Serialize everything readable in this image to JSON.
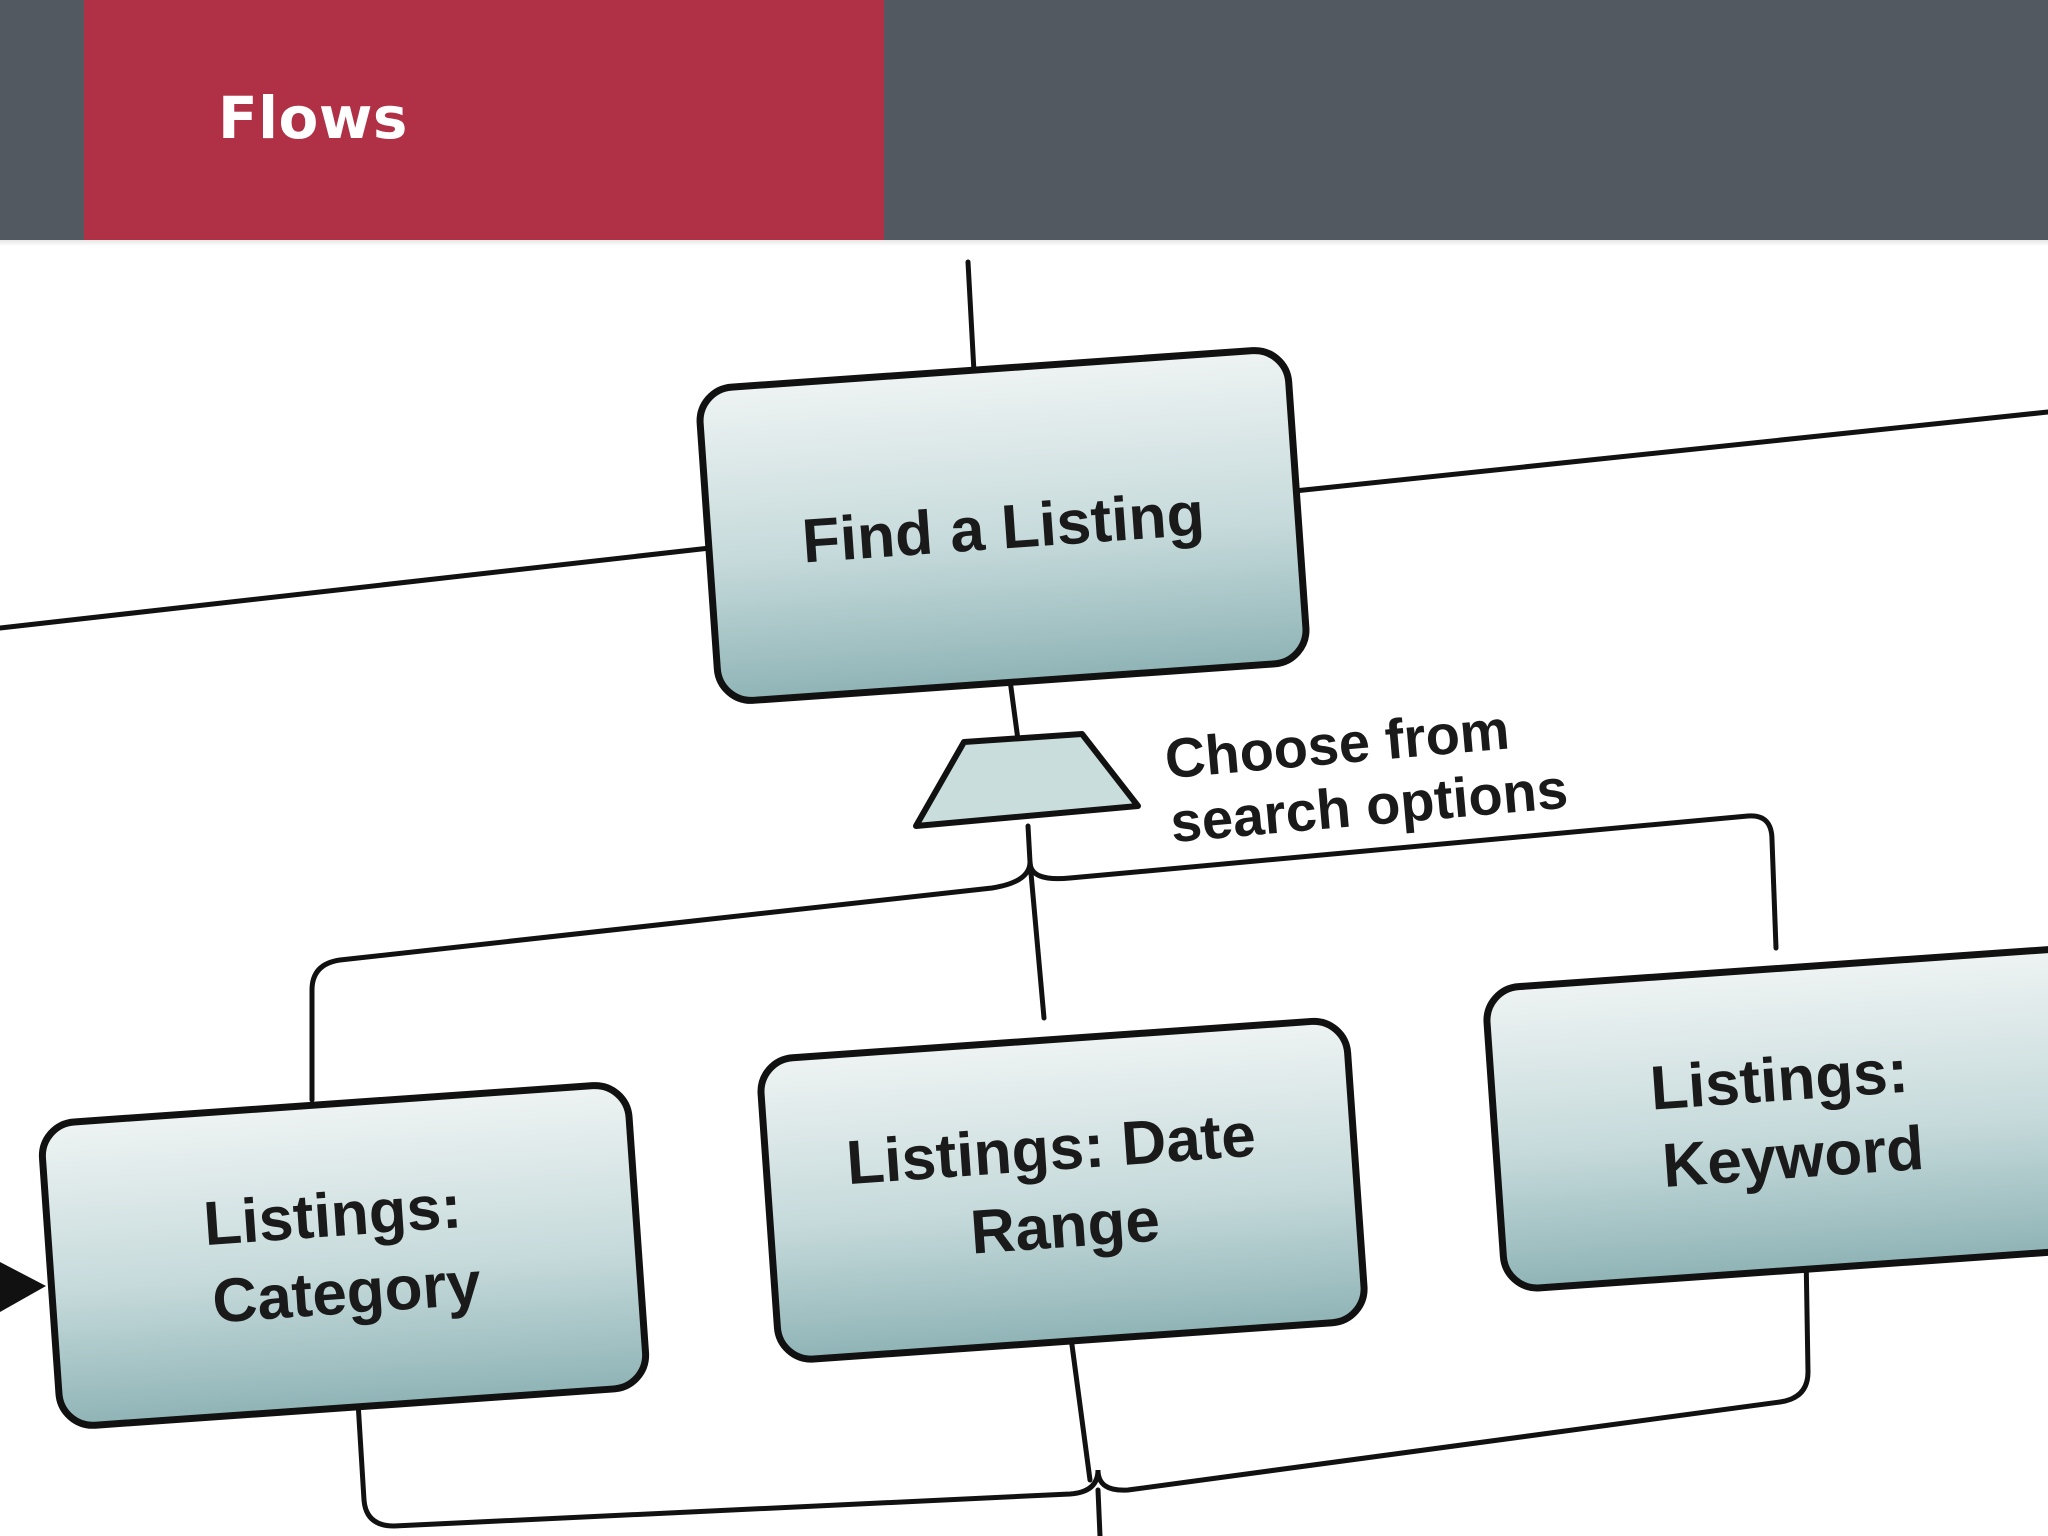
{
  "header": {
    "title": "Flows"
  },
  "diagram": {
    "nodes": {
      "find_listing": {
        "label_lines": [
          "Find a Listing"
        ]
      },
      "category": {
        "label_lines": [
          "Listings:",
          "Category"
        ]
      },
      "date_range": {
        "label_lines": [
          "Listings: Date",
          "Range"
        ]
      },
      "keyword": {
        "label_lines": [
          "Listings:",
          "Keyword"
        ]
      }
    },
    "annotation": {
      "lines": [
        "Choose from",
        "search options"
      ]
    }
  },
  "colors": {
    "header_bar": "#535961",
    "header_tab": "#b03046",
    "box_top": "#eef3f3",
    "box_bottom": "#8fb4b6",
    "stroke": "#111111"
  }
}
